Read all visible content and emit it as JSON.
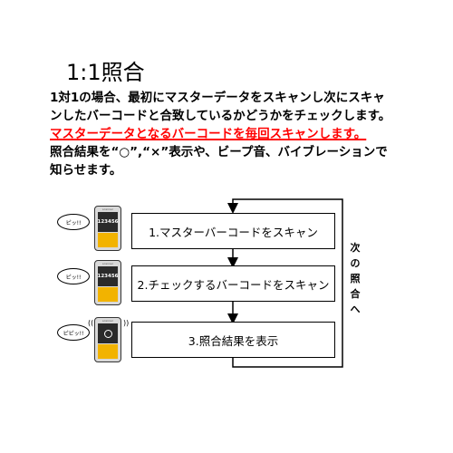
{
  "title": "1:1照合",
  "description": {
    "line1": "1対1の場合、最初にマスターデータをスキャンし次にスキャ",
    "line2": "ンしたバーコードと合致しているかどうかをチェックします。",
    "highlight": "マスターデータとなるバーコードを毎回スキャンします。",
    "line4": "照合結果を“○”,“×”表示や、ビープ音、バイブレーションで",
    "line5": "知らせます。"
  },
  "steps": [
    {
      "label": "1.マスターバーコードをスキャン"
    },
    {
      "label": "2.チェックするバーコードをスキャン"
    },
    {
      "label": "3.照合結果を表示"
    }
  ],
  "loop_label": [
    "次",
    "の",
    "照",
    "合",
    "へ"
  ],
  "devices": [
    {
      "bubble": "ピッ!!",
      "brand": "scanner",
      "code": "123456"
    },
    {
      "bubble": "ピッ!!",
      "brand": "scanner",
      "code": "123456"
    },
    {
      "bubble": "ピピッ!!",
      "brand": "scanner",
      "code": ""
    }
  ],
  "colors": {
    "highlight": "#ff0000",
    "device_keys": "#f2b300",
    "device_screen": "#2a2a2a"
  }
}
